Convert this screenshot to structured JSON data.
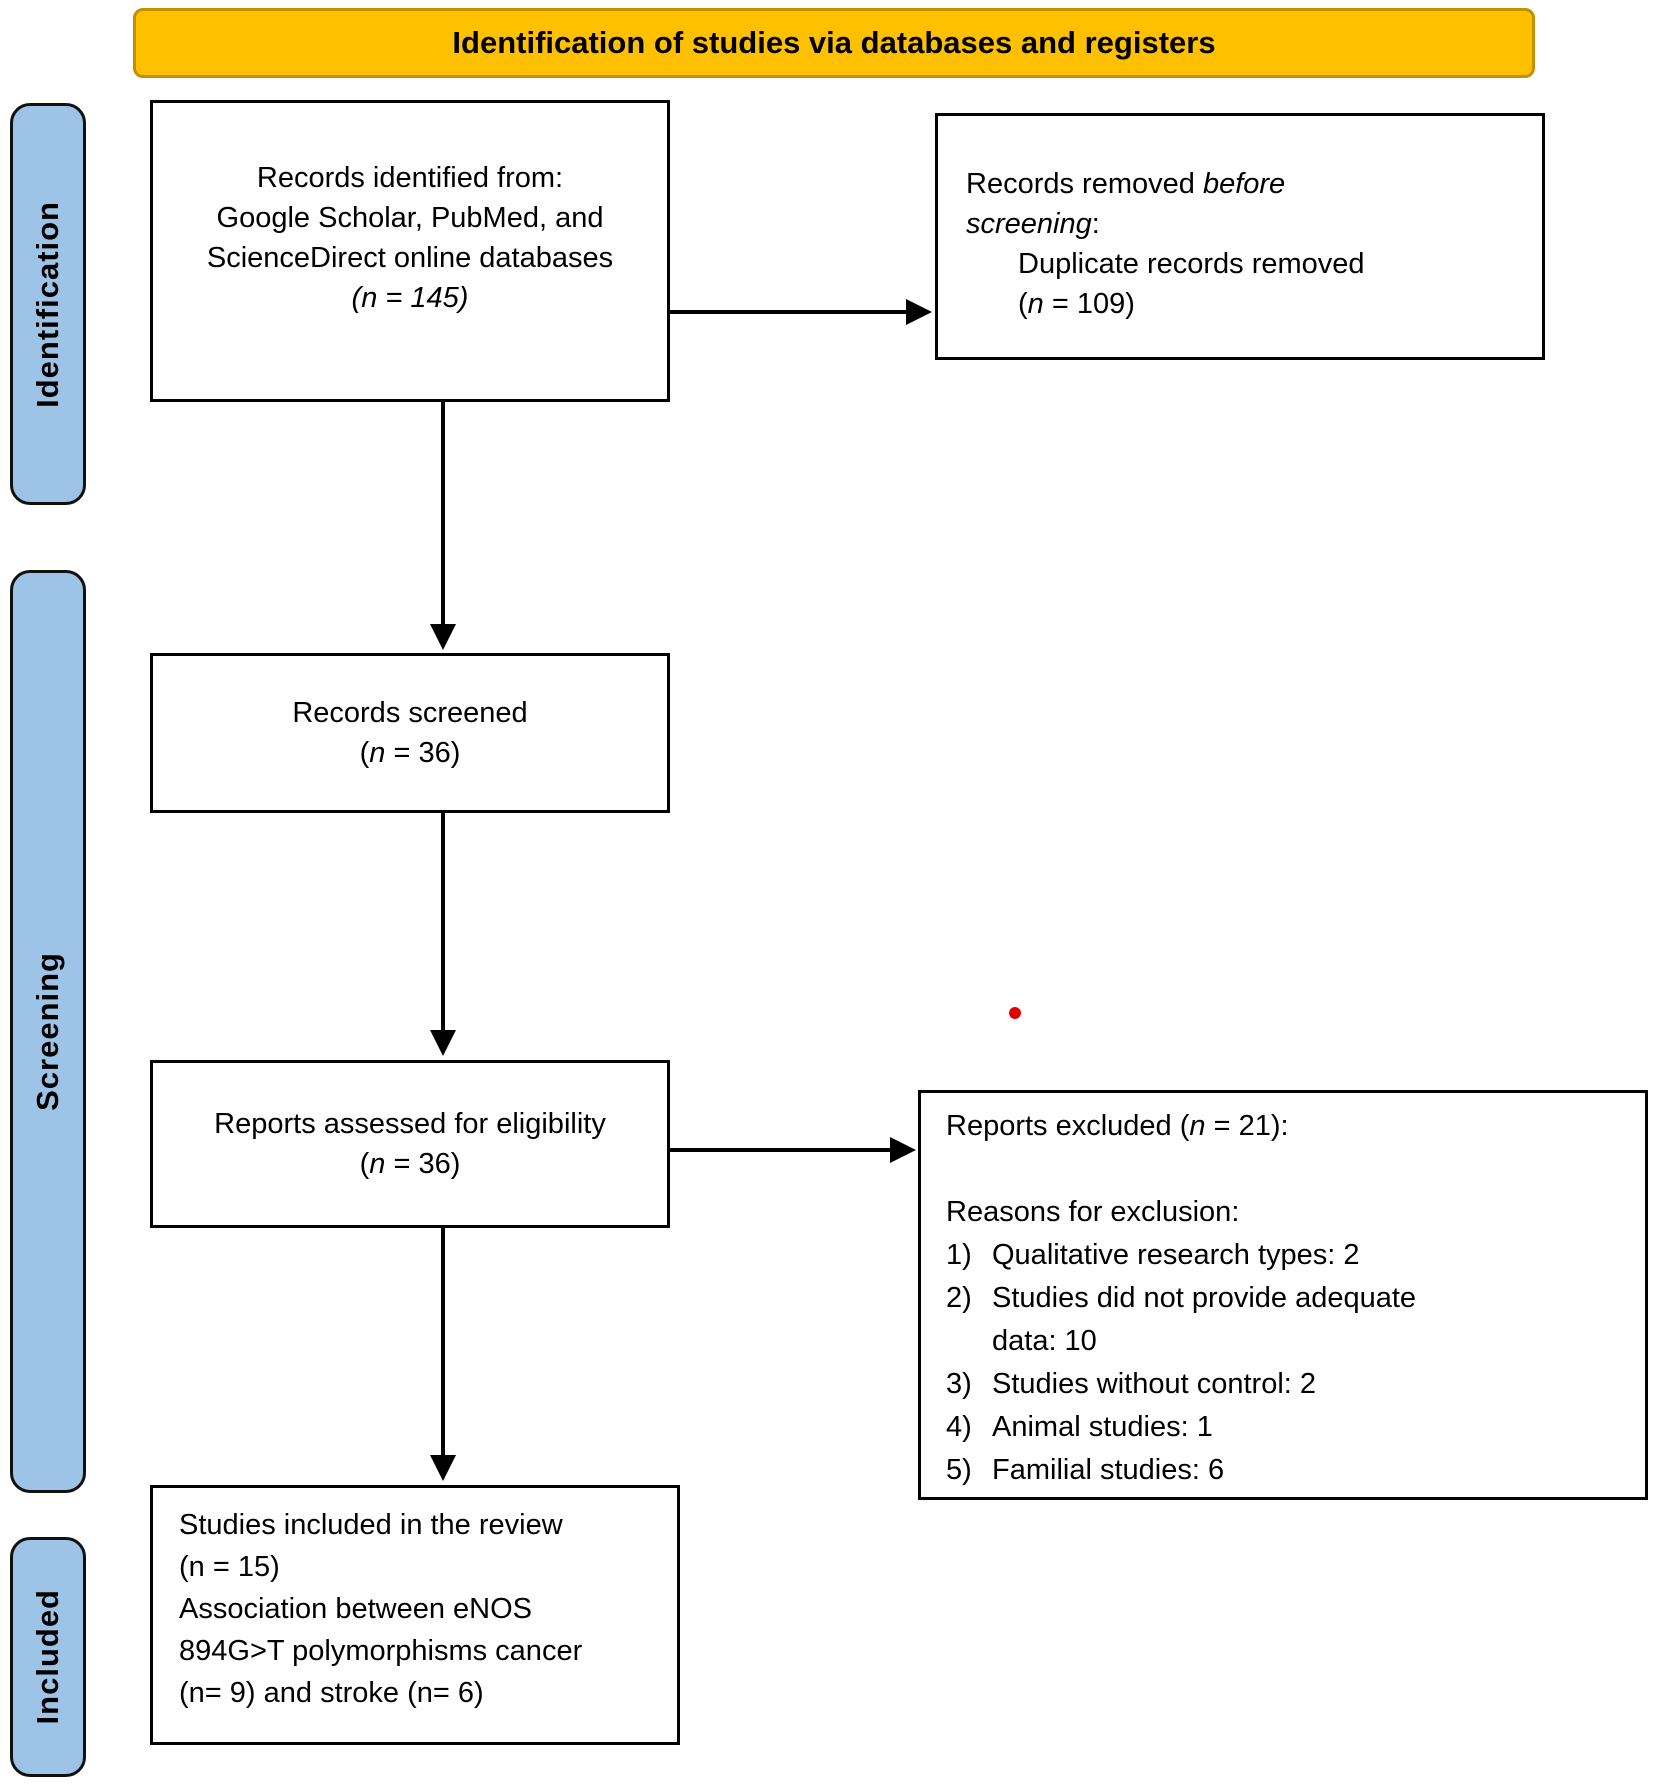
{
  "banner": {
    "title": "Identification of studies via databases and registers"
  },
  "sidebar": {
    "identification": "Identification",
    "screening": "Screening",
    "included": "Included"
  },
  "colors": {
    "banner_bg": "#FFC000",
    "banner_border": "#C49000",
    "stage_bg": "#9DC3E6",
    "box_border": "#000000",
    "stray_dot": "#E00000"
  },
  "boxes": {
    "identified": {
      "line1": "Records identified from:",
      "line2": "Google Scholar, PubMed, and",
      "line3": "ScienceDirect online databases",
      "line4": "(n = 145)"
    },
    "removed": {
      "l1a": "Records removed ",
      "l1b": "before",
      "l2a": "screening",
      "l2b": ":",
      "l3": "Duplicate records removed",
      "l4a": "(",
      "l4b": "n",
      "l4c": " = 109)"
    },
    "screened": {
      "line1": "Records screened",
      "pre": "(",
      "n": "n",
      "post": " = 36)"
    },
    "assessed": {
      "line1": "Reports assessed for eligibility",
      "pre": "(",
      "n": "n",
      "post": " = 36)"
    },
    "excluded": {
      "title_a": "Reports excluded (",
      "title_b": "n",
      "title_c": " = 21):",
      "reasons_heading": "Reasons for exclusion:",
      "items": [
        {
          "num": "1)",
          "lines": [
            "Qualitative research types: 2"
          ]
        },
        {
          "num": "2)",
          "lines": [
            "Studies did not provide adequate",
            "data: 10"
          ]
        },
        {
          "num": "3)",
          "lines": [
            "Studies without control: 2"
          ]
        },
        {
          "num": "4)",
          "lines": [
            "Animal studies: 1"
          ]
        },
        {
          "num": "5)",
          "lines": [
            "Familial studies: 6"
          ]
        }
      ]
    },
    "included_study": {
      "line1": "Studies included in the review",
      "line2": "(n = 15)",
      "line3": "Association between eNOS",
      "line4": "894G>T polymorphisms cancer",
      "line5": "(n= 9) and stroke (n= 6)"
    }
  }
}
